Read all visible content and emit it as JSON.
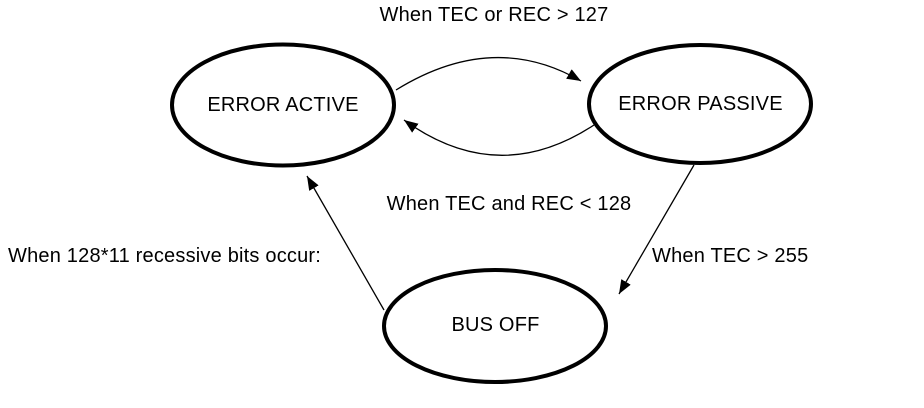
{
  "diagram": {
    "type": "state-diagram",
    "states": [
      {
        "id": "error-active",
        "label": "ERROR ACTIVE"
      },
      {
        "id": "error-passive",
        "label": "ERROR PASSIVE"
      },
      {
        "id": "bus-off",
        "label": "BUS OFF"
      }
    ],
    "transitions": [
      {
        "id": "active-to-passive",
        "from": "ERROR ACTIVE",
        "to": "ERROR PASSIVE",
        "label": "When TEC or REC > 127"
      },
      {
        "id": "passive-to-active",
        "from": "ERROR PASSIVE",
        "to": "ERROR ACTIVE",
        "label": "When TEC and REC < 128"
      },
      {
        "id": "bus-off-to-active",
        "from": "BUS OFF",
        "to": "ERROR ACTIVE",
        "label": "When 128*11 recessive bits occur:"
      },
      {
        "id": "passive-to-bus-off",
        "from": "ERROR PASSIVE",
        "to": "BUS OFF",
        "label": "When TEC > 255"
      }
    ],
    "colors": {
      "stroke": "#000000",
      "text": "#000000",
      "background": "#ffffff"
    }
  }
}
